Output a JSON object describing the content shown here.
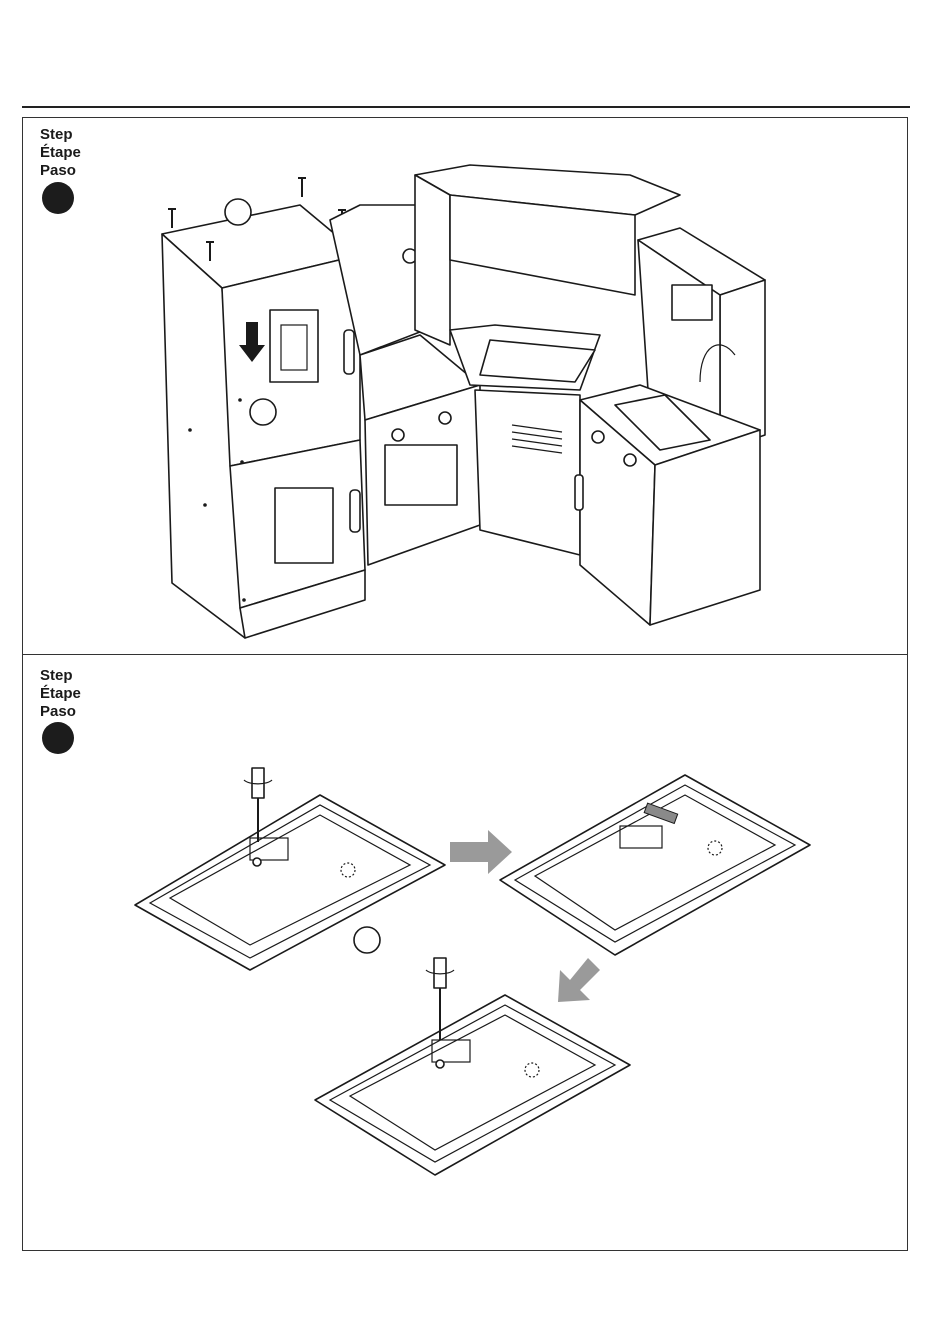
{
  "steps": [
    {
      "label_lines": [
        "Step",
        "Étape",
        "Paso"
      ]
    },
    {
      "label_lines": [
        "Step",
        "Étape",
        "Paso"
      ]
    }
  ],
  "colors": {
    "line": "#1a1a1a",
    "arrow_gray": "#9a9a9a",
    "step_dot": "#1c1c1c"
  },
  "icons": {
    "down_arrow": "arrow-down-icon",
    "right_arrow": "arrow-right-icon",
    "diagonal_arrow": "arrow-down-left-icon",
    "screwdriver": "screwdriver-icon",
    "screw": "screw-icon",
    "callout": "callout-circle-icon"
  }
}
